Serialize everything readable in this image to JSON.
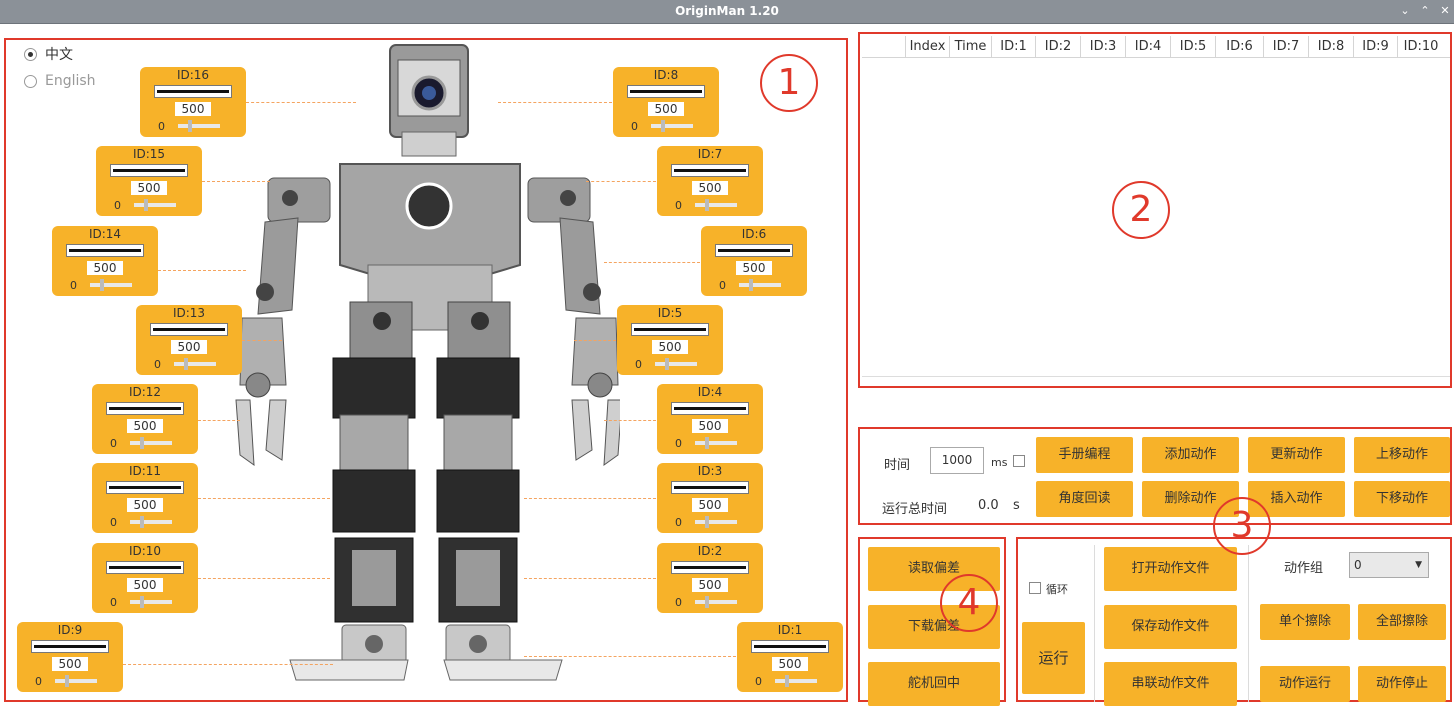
{
  "window": {
    "title": "OriginMan 1.20"
  },
  "language": {
    "chinese": "中文",
    "english": "English",
    "selected": "chinese"
  },
  "servos": [
    {
      "id": "ID:16",
      "value": "500",
      "min": "0"
    },
    {
      "id": "ID:15",
      "value": "500",
      "min": "0"
    },
    {
      "id": "ID:14",
      "value": "500",
      "min": "0"
    },
    {
      "id": "ID:13",
      "value": "500",
      "min": "0"
    },
    {
      "id": "ID:12",
      "value": "500",
      "min": "0"
    },
    {
      "id": "ID:11",
      "value": "500",
      "min": "0"
    },
    {
      "id": "ID:10",
      "value": "500",
      "min": "0"
    },
    {
      "id": "ID:9",
      "value": "500",
      "min": "0"
    },
    {
      "id": "ID:8",
      "value": "500",
      "min": "0"
    },
    {
      "id": "ID:7",
      "value": "500",
      "min": "0"
    },
    {
      "id": "ID:6",
      "value": "500",
      "min": "0"
    },
    {
      "id": "ID:5",
      "value": "500",
      "min": "0"
    },
    {
      "id": "ID:4",
      "value": "500",
      "min": "0"
    },
    {
      "id": "ID:3",
      "value": "500",
      "min": "0"
    },
    {
      "id": "ID:2",
      "value": "500",
      "min": "0"
    },
    {
      "id": "ID:1",
      "value": "500",
      "min": "0"
    }
  ],
  "table": {
    "columns": [
      "",
      "Index",
      "Time",
      "ID:1",
      "ID:2",
      "ID:3",
      "ID:4",
      "ID:5",
      "ID:6",
      "ID:7",
      "ID:8",
      "ID:9",
      "ID:10"
    ]
  },
  "markers": {
    "m1": "1",
    "m2": "2",
    "m3": "3",
    "m4": "4"
  },
  "action_panel": {
    "time_label": "时间",
    "time_value": "1000",
    "ms_unit": "ms",
    "total_label": "运行总时间",
    "total_value": "0.0",
    "total_unit": "s",
    "buttons": {
      "manual": "手册编程",
      "add": "添加动作",
      "update": "更新动作",
      "move_up": "上移动作",
      "readback": "角度回读",
      "delete": "删除动作",
      "insert": "插入动作",
      "move_down": "下移动作"
    }
  },
  "deviation_panel": {
    "read": "读取偏差",
    "download": "下载偏差",
    "center": "舵机回中"
  },
  "file_panel": {
    "loop_label": "循环",
    "run": "运行",
    "open": "打开动作文件",
    "save": "保存动作文件",
    "chain": "串联动作文件",
    "group_label": "动作组",
    "group_value": "0",
    "erase_single": "单个擦除",
    "erase_all": "全部擦除",
    "group_run": "动作运行",
    "group_stop": "动作停止"
  },
  "colors": {
    "accent": "#f7b229",
    "marker": "#e0392b",
    "titlebar": "#8b9198"
  }
}
